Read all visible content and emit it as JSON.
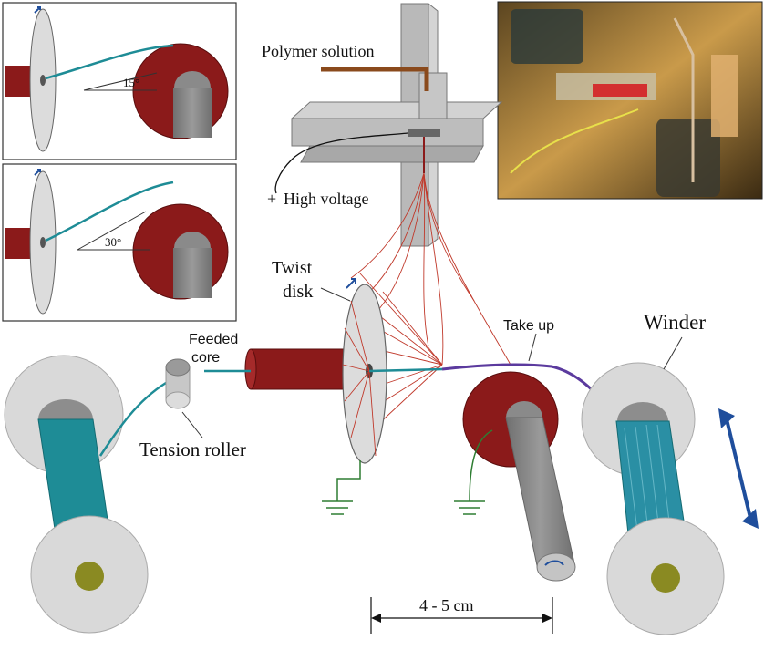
{
  "labels": {
    "polymer_solution": "Polymer solution",
    "high_voltage": "High voltage",
    "high_voltage_sign": "+",
    "twist_disk_line1": "Twist",
    "twist_disk_line2": "disk",
    "take_up": "Take up",
    "winder": "Winder",
    "feeded_core_line1": "Feeded",
    "feeded_core_line2": "core",
    "tension_roller": "Tension roller",
    "distance": "4 - 5 cm"
  },
  "insets": [
    {
      "angle_label": "15°"
    },
    {
      "angle_label": "30°"
    }
  ],
  "colors": {
    "disk_gray": "#d9d9d9",
    "roller_red": "#8b1a1a",
    "core_teal": "#1e8c96",
    "fiber_red": "#c0392b",
    "ground_green": "#2e7d32",
    "polymer_brown": "#8a4a1c",
    "arrow_blue": "#1f4e9c"
  }
}
